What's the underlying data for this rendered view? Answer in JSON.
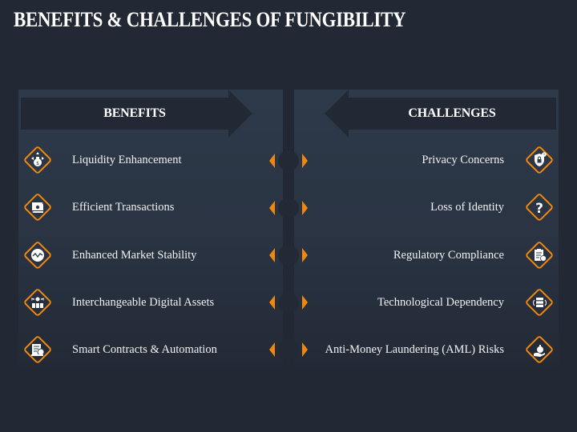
{
  "title": "BENEFITS & CHALLENGES OF FUNGIBILITY",
  "colors": {
    "background": "#222935",
    "panel_top": "#2e3a4a",
    "panel_bottom": "#232a36",
    "accent": "#f0870e",
    "text": "#f2f2f2"
  },
  "benefits": {
    "header": "BENEFITS",
    "items": [
      {
        "label": "Liquidity Enhancement",
        "icon": "money-bag-arrows-icon"
      },
      {
        "label": "Efficient Transactions",
        "icon": "money-exchange-icon"
      },
      {
        "label": "Enhanced Market Stability",
        "icon": "stability-wave-icon"
      },
      {
        "label": "Interchangeable Digital Assets",
        "icon": "digital-coins-icon"
      },
      {
        "label": "Smart Contracts & Automation",
        "icon": "smart-contract-icon"
      }
    ]
  },
  "challenges": {
    "header": "CHALLENGES",
    "items": [
      {
        "label": "Privacy Concerns",
        "icon": "shield-lock-icon"
      },
      {
        "label": "Loss of Identity",
        "icon": "head-question-icon"
      },
      {
        "label": "Regulatory Compliance",
        "icon": "clipboard-check-icon"
      },
      {
        "label": "Technological Dependency",
        "icon": "server-sync-icon"
      },
      {
        "label": "Anti-Money Laundering (AML) Risks",
        "icon": "hand-money-bag-icon"
      }
    ]
  }
}
